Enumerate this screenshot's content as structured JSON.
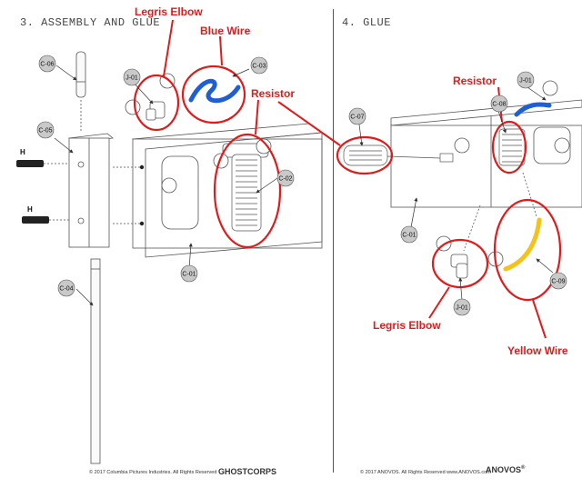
{
  "left_panel": {
    "title": "3. ASSEMBLY AND GLUE",
    "callouts": {
      "c06": "C-06",
      "c05": "C-05",
      "c04": "C-04",
      "j01": "J-01",
      "c03": "C-03",
      "c02": "C-02",
      "c01": "C-01"
    },
    "bolt_labels": [
      "H",
      "H"
    ],
    "annotations": {
      "legris_elbow": "Legris Elbow",
      "blue_wire": "Blue Wire",
      "resistor": "Resistor"
    },
    "footer": "© 2017 Columbia Pictures Industries. All Rights Reserved",
    "brand": "GHOSTCORPS"
  },
  "right_panel": {
    "title": "4. GLUE",
    "callouts": {
      "c07": "C-07",
      "j01_top": "J-01",
      "c08": "C-08",
      "c01": "C-01",
      "j01_bottom": "J-01",
      "c09": "C-09"
    },
    "annotations": {
      "resistor": "Resistor",
      "legris_elbow": "Legris Elbow",
      "yellow_wire": "Yellow Wire"
    },
    "footer": "© 2017 ANOVOS. All Rights Reserved www.ANOVOS.com",
    "brand": "ANOVOS",
    "brand_mark": "®"
  },
  "colors": {
    "annotation_red": "#e11b1b",
    "blue_wire": "#1f5fd6",
    "yellow_wire": "#f5c21a",
    "line": "#555555",
    "callout_fill": "#c9c9c9"
  }
}
